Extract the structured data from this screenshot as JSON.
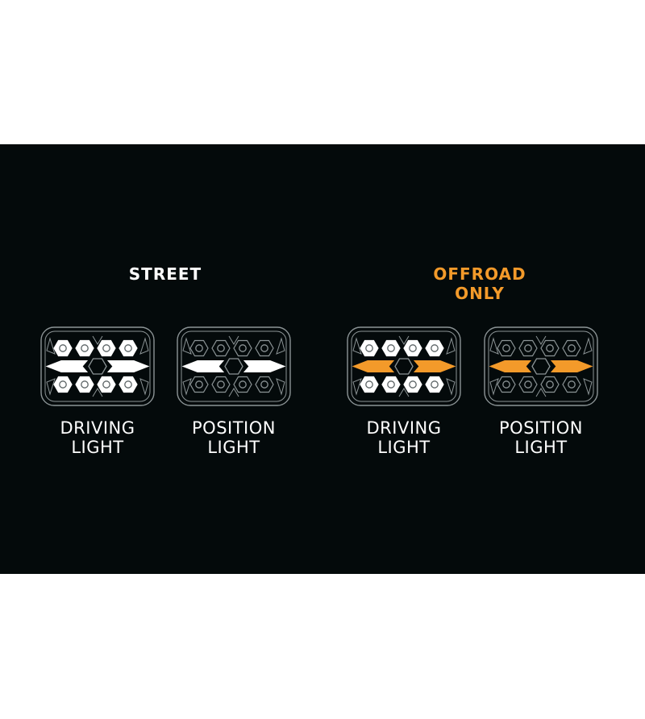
{
  "colors": {
    "background": "#040a0b",
    "page": "#ffffff",
    "white": "#ffffff",
    "amber": "#f39a2a",
    "outline": "#8c9496"
  },
  "sections": [
    {
      "heading_lines": [
        "STREET"
      ],
      "heading_color": "#ffffff",
      "lamps": [
        {
          "caption_lines": [
            "DRIVING",
            "LIGHT"
          ],
          "mode": "driving",
          "arrow_color": "white"
        },
        {
          "caption_lines": [
            "POSITION",
            "LIGHT"
          ],
          "mode": "position",
          "arrow_color": "white"
        }
      ]
    },
    {
      "heading_lines": [
        "OFFROAD",
        "ONLY"
      ],
      "heading_color": "#f39a2a",
      "lamps": [
        {
          "caption_lines": [
            "DRIVING",
            "LIGHT"
          ],
          "mode": "driving",
          "arrow_color": "amber"
        },
        {
          "caption_lines": [
            "POSITION",
            "LIGHT"
          ],
          "mode": "position",
          "arrow_color": "amber"
        }
      ]
    }
  ]
}
